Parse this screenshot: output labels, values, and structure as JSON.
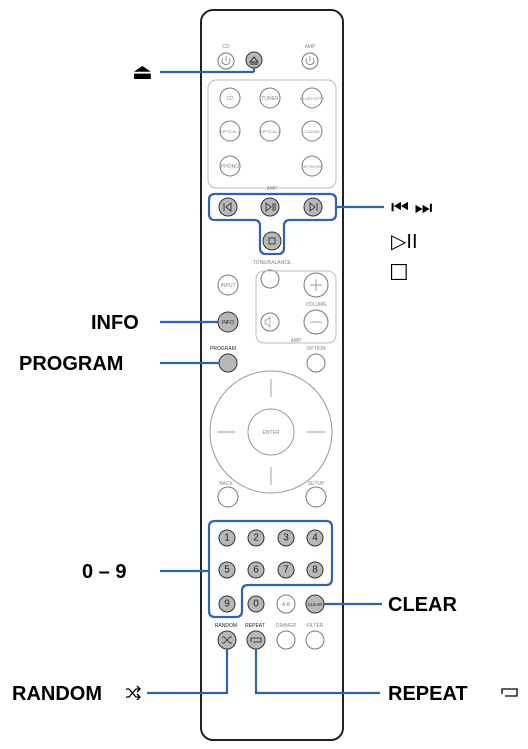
{
  "remote": {
    "top_labels": {
      "cd": "CD",
      "amp": "AMP"
    },
    "source_buttons": [
      "CD",
      "TUNER",
      "BLUETOOTH",
      "OPTICAL1",
      "OPTICAL2",
      "COAXIAL",
      "PHONO",
      "NETWORK"
    ],
    "section_amp": "AMP",
    "tone_balance": "TONE/BALANCE",
    "input": "INPUT",
    "volume": "VOLUME",
    "info_btn": "INFO",
    "amp2": "AMP",
    "option": "OPTION",
    "program_small": "PROGRAM",
    "enter": "ENTER",
    "back": "BACK",
    "setup": "SETUP",
    "digits": [
      "1",
      "2",
      "3",
      "4",
      "5",
      "6",
      "7",
      "8",
      "9",
      "0"
    ],
    "ab_btn": "A-B",
    "clear_btn": "CLEAR",
    "random_small": "RANDOM",
    "repeat_small": "REPEAT",
    "dimmer": "DIMMER",
    "filter": "FILTER"
  },
  "callouts": {
    "eject_symbol": "⏏",
    "transport_line1": "⏮ ⏭",
    "transport_line2": "▷II",
    "transport_line3": "☐",
    "info": "INFO",
    "program": "PROGRAM",
    "digits": "0 – 9",
    "clear": "CLEAR",
    "random": "RANDOM",
    "repeat": "REPEAT"
  }
}
